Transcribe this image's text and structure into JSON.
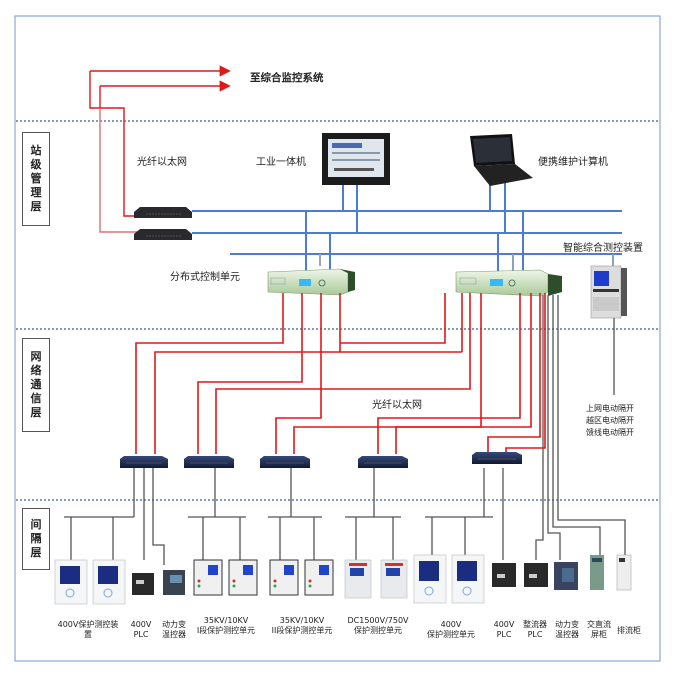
{
  "diagram": {
    "title_arrow_label": "至综合监控系统",
    "layers": [
      {
        "id": "station",
        "label": "站级管理层"
      },
      {
        "id": "network",
        "label": "网络通信层"
      },
      {
        "id": "bay",
        "label": "间隔层"
      }
    ],
    "station": {
      "fiber_label": "光纤以太网",
      "industrial_pc_label": "工业一体机",
      "laptop_label": "便携维护计算机",
      "smart_device_label": "智能综合测控装置",
      "dcu_label": "分布式控制单元"
    },
    "network": {
      "fiber_label": "光纤以太网",
      "switch_notes": [
        "上网电动隔开",
        "越区电动隔开",
        "馈线电动隔开"
      ]
    },
    "bay_devices": [
      {
        "label": "400V保护测控装置"
      },
      {
        "label": "400V PLC"
      },
      {
        "label": "动力变温控器"
      },
      {
        "label": "35KV/10KV I段保护测控单元"
      },
      {
        "label": "35KV/10KV II段保护测控单元"
      },
      {
        "label": "DC1500V/750V 保护测控单元"
      },
      {
        "label": "400V 保护测控单元"
      },
      {
        "label": "400V PLC"
      },
      {
        "label": "整流器 PLC"
      },
      {
        "label": "动力变温控器"
      },
      {
        "label": "交直流屏柜"
      },
      {
        "label": "排流柜"
      }
    ],
    "bay_label_lines": {
      "l1a": "400V保护测控装",
      "l1b": "置",
      "l2a": "400V",
      "l2b": "PLC",
      "l3a": "动力变",
      "l3b": "温控器",
      "l4a": "35KV/10KV",
      "l4b": "I段保护测控单元",
      "l5a": "35KV/10KV",
      "l5b": "II段保护测控单元",
      "l6a": "DC1500V/750V",
      "l6b": "保护测控单元",
      "l7a": "400V",
      "l7b": "保护测控单元",
      "l8a": "400V",
      "l8b": "PLC",
      "l9a": "整流器",
      "l9b": "PLC",
      "l10a": "动力变",
      "l10b": "温控器",
      "l11a": "交直流",
      "l11b": "屏柜",
      "l12": "排流柜"
    },
    "colors": {
      "fiber": "#e82020",
      "ethernet": "#4a7fd0",
      "wire": "#555555",
      "frame": "#8aa6d8",
      "divider": "#3a5a9a"
    }
  }
}
